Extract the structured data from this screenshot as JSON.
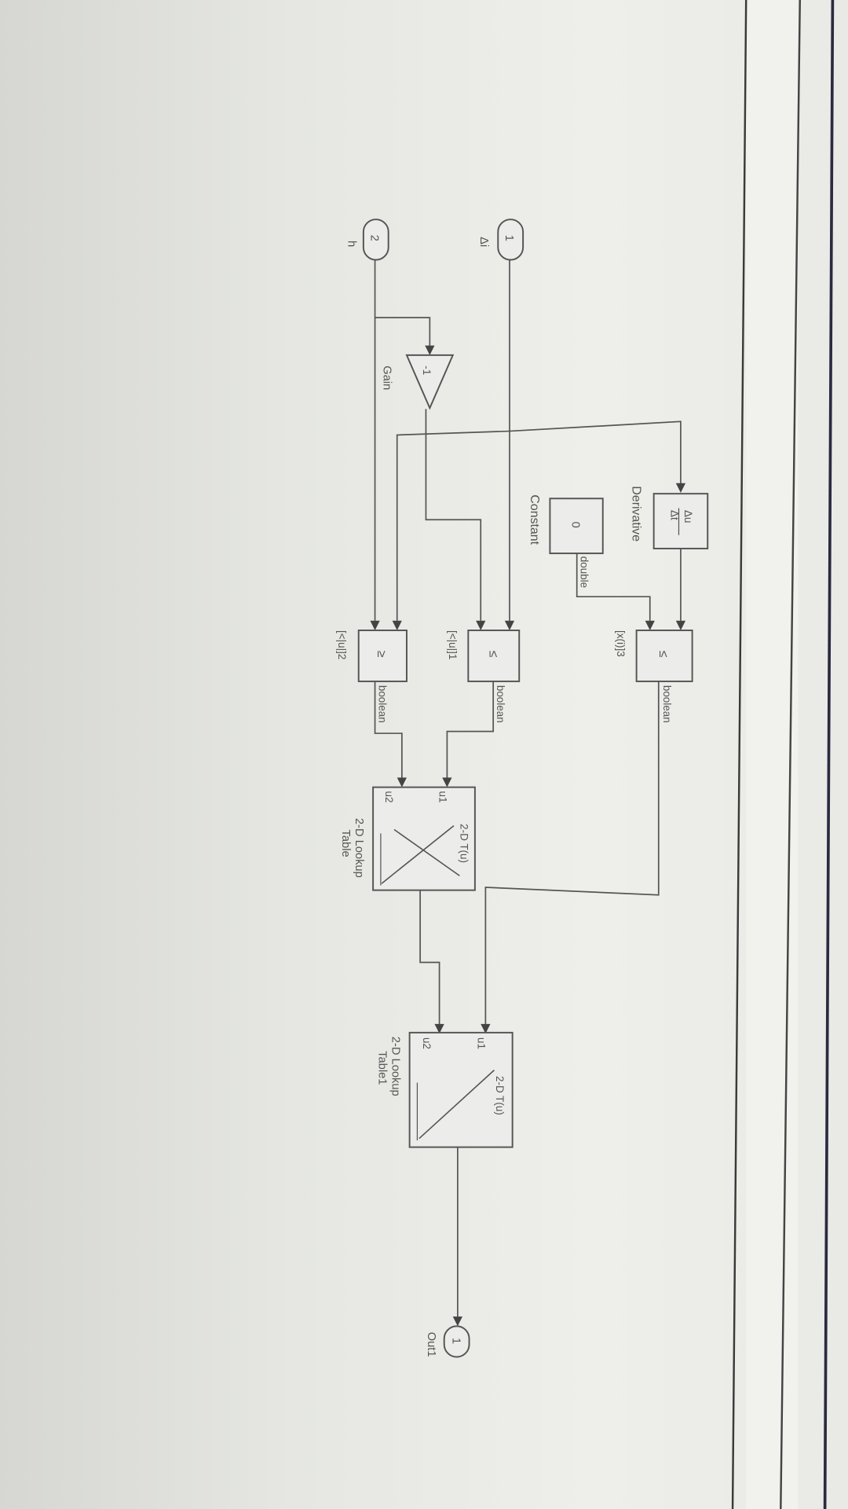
{
  "inports": [
    {
      "number": "1",
      "name": "Δi"
    },
    {
      "number": "2",
      "name": "h"
    }
  ],
  "outport": {
    "number": "1",
    "name": "Out1"
  },
  "blocks": {
    "derivative": {
      "symbol_num": "Δu",
      "symbol_den": "Δt",
      "name": "Derivative"
    },
    "constant": {
      "value": "0",
      "name": "Constant",
      "signal_type": "double"
    },
    "gain": {
      "value": "-1",
      "name": "Gain"
    },
    "compare_top": {
      "symbol": "≤",
      "port_label": "[x(i)]3",
      "signal_type": "boolean"
    },
    "compare_mid": {
      "symbol": "≤",
      "port_label": "[<|u|]1",
      "signal_type": "boolean"
    },
    "compare_bot": {
      "symbol": "≥",
      "port_label": "[<|u|]2",
      "signal_type": "boolean"
    },
    "lookup": {
      "title": "2-D T(u)",
      "in1": "u1",
      "in2": "u2",
      "name_line1": "2-D Lookup",
      "name_line2": "Table"
    },
    "lookup1": {
      "title": "2-D T(u)",
      "in1": "u1",
      "in2": "u2",
      "name_line1": "2-D Lookup",
      "name_line2": "Table1"
    }
  }
}
